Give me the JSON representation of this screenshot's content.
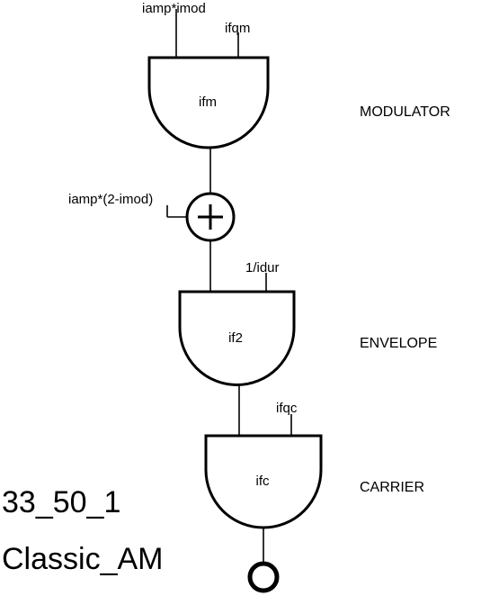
{
  "units": {
    "modulator": {
      "name": "ifm",
      "inputs": [
        "iamp*imod",
        "ifqm"
      ],
      "section": "MODULATOR"
    },
    "adder": {
      "input": "iamp*(2-imod)"
    },
    "envelope": {
      "name": "if2",
      "inputs": [
        "1/idur"
      ],
      "section": "ENVELOPE"
    },
    "carrier": {
      "name": "ifc",
      "inputs": [
        "ifqc"
      ],
      "section": "CARRIER"
    }
  },
  "instrument": {
    "id": "33_50_1",
    "title": "Classic_AM"
  }
}
